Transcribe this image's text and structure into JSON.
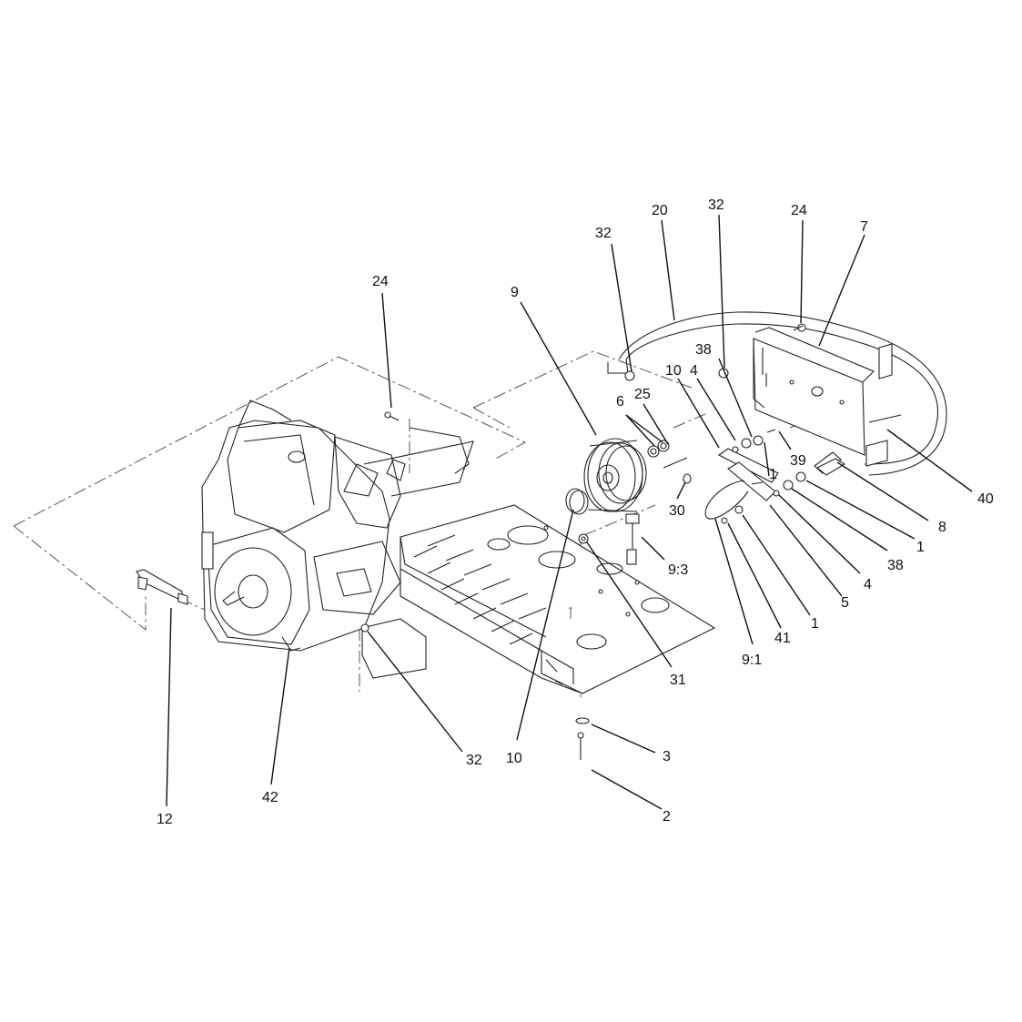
{
  "callouts": [
    {
      "id": "c-24a",
      "label": "24"
    },
    {
      "id": "c-9",
      "label": "9"
    },
    {
      "id": "c-32a",
      "label": "32"
    },
    {
      "id": "c-20",
      "label": "20"
    },
    {
      "id": "c-32b",
      "label": "32"
    },
    {
      "id": "c-24b",
      "label": "24"
    },
    {
      "id": "c-7",
      "label": "7"
    },
    {
      "id": "c-38a",
      "label": "38"
    },
    {
      "id": "c-10a",
      "label": "10"
    },
    {
      "id": "c-4a",
      "label": "4"
    },
    {
      "id": "c-6",
      "label": "6"
    },
    {
      "id": "c-25",
      "label": "25"
    },
    {
      "id": "c-39",
      "label": "39"
    },
    {
      "id": "c-1a",
      "label": "1"
    },
    {
      "id": "c-30",
      "label": "30"
    },
    {
      "id": "c-8",
      "label": "8"
    },
    {
      "id": "c-40",
      "label": "40"
    },
    {
      "id": "c-1b",
      "label": "1"
    },
    {
      "id": "c-38b",
      "label": "38"
    },
    {
      "id": "c-4b",
      "label": "4"
    },
    {
      "id": "c-5",
      "label": "5"
    },
    {
      "id": "c-1c",
      "label": "1"
    },
    {
      "id": "c-41",
      "label": "41"
    },
    {
      "id": "c-9-1",
      "label": "9:1"
    },
    {
      "id": "c-9-3",
      "label": "9:3"
    },
    {
      "id": "c-31",
      "label": "31"
    },
    {
      "id": "c-10b",
      "label": "10"
    },
    {
      "id": "c-32c",
      "label": "32"
    },
    {
      "id": "c-3",
      "label": "3"
    },
    {
      "id": "c-2",
      "label": "2"
    },
    {
      "id": "c-42",
      "label": "42"
    },
    {
      "id": "c-12",
      "label": "12"
    }
  ]
}
